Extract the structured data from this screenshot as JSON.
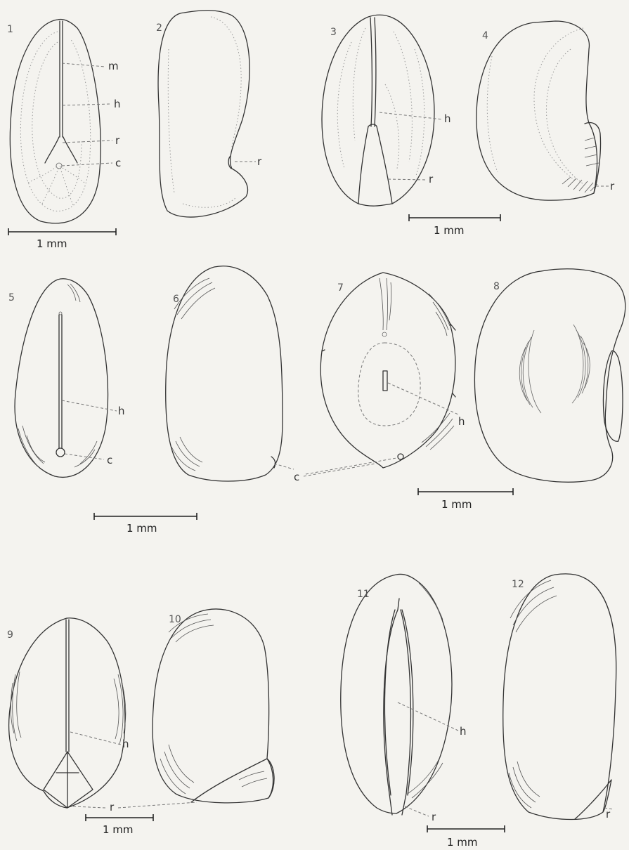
{
  "figures": [
    {
      "number": "1",
      "labels": [
        "m",
        "h",
        "r",
        "c"
      ]
    },
    {
      "number": "2",
      "labels": [
        "r"
      ]
    },
    {
      "number": "3",
      "labels": [
        "h",
        "r"
      ]
    },
    {
      "number": "4",
      "labels": [
        "r"
      ]
    },
    {
      "number": "5",
      "labels": [
        "h",
        "c"
      ]
    },
    {
      "number": "6",
      "labels": [
        "c"
      ]
    },
    {
      "number": "7",
      "labels": [
        "h"
      ]
    },
    {
      "number": "8",
      "labels": []
    },
    {
      "number": "9",
      "labels": [
        "h",
        "r"
      ]
    },
    {
      "number": "10",
      "labels": []
    },
    {
      "number": "11",
      "labels": [
        "h",
        "r"
      ]
    },
    {
      "number": "12",
      "labels": [
        "r"
      ]
    }
  ],
  "scale_bars": [
    "1 mm",
    "1 mm",
    "1 mm",
    "1 mm",
    "1 mm",
    "1 mm"
  ]
}
